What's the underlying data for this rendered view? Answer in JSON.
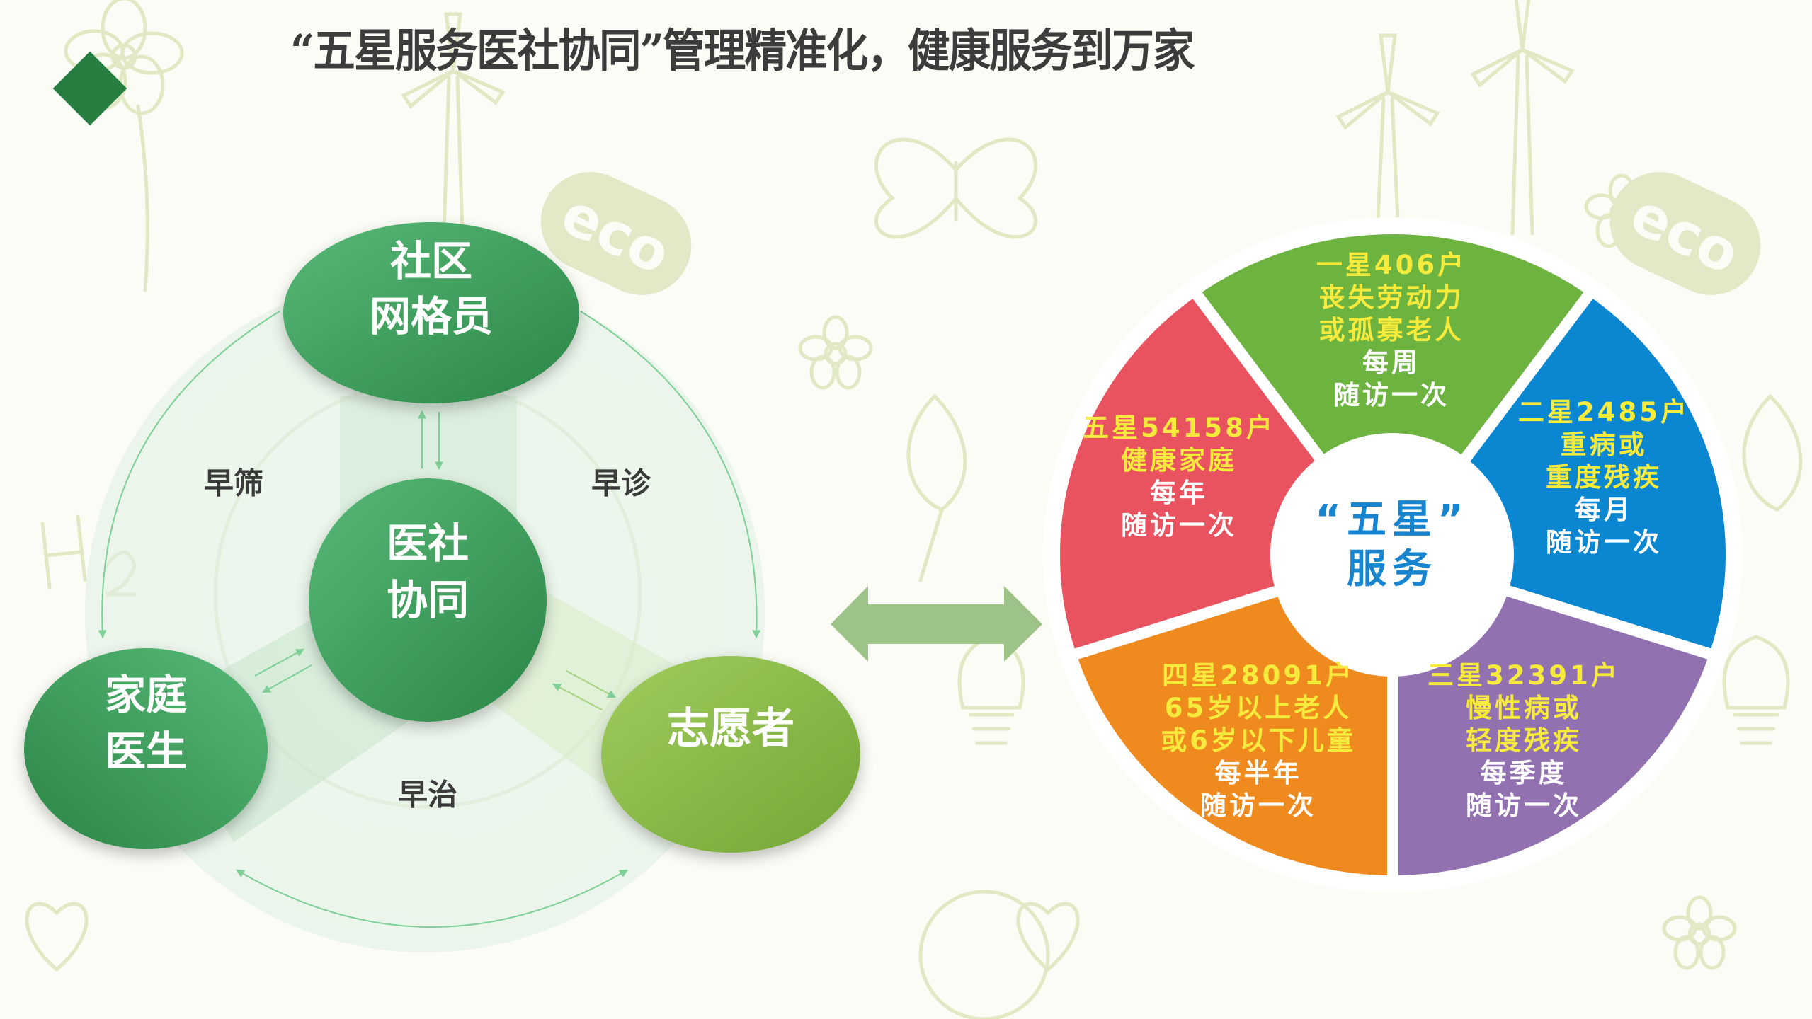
{
  "slide": {
    "title": "“五星服务医社协同”管理精准化，健康服务到万家",
    "bullet_icon": "diamond-bullet",
    "colors": {
      "title": "#3c3c3c",
      "bullet": "#267f40",
      "background": "#fbfcf6",
      "doodle": "#dfe6c0"
    }
  },
  "collaboration_diagram": {
    "center_node": {
      "lines": [
        "医社",
        "协同"
      ]
    },
    "nodes": [
      {
        "id": "community-grid-worker",
        "lines": [
          "社区",
          "网格员"
        ]
      },
      {
        "id": "family-doctor",
        "lines": [
          "家庭",
          "医生"
        ]
      },
      {
        "id": "volunteer",
        "lines": [
          "志愿者"
        ]
      }
    ],
    "flow_labels": {
      "left": "早筛",
      "right": "早诊",
      "bottom": "早治"
    },
    "colors": {
      "node_green_light": "#57b977",
      "node_green_dark": "#2c8647",
      "node_lime_light": "#a0cc5e",
      "node_lime_dark": "#74a536",
      "arrow": "#7fcf98"
    }
  },
  "connector": {
    "icon": "double-arrow-icon",
    "color": "#9dc389"
  },
  "five_star_wheel": {
    "hub": {
      "line1": "“五星”",
      "line2": "服务"
    },
    "segments": [
      {
        "star": "一星",
        "households": "406户",
        "title_line": "一星406户",
        "criteria": [
          "丧失劳动力",
          "或孤寡老人"
        ],
        "frequency": "每周",
        "action": "随访一次",
        "color": "#6cb33f"
      },
      {
        "star": "二星",
        "households": "2485户",
        "title_line": "二星2485户",
        "criteria": [
          "重病或",
          "重度残疾"
        ],
        "frequency": "每月",
        "action": "随访一次",
        "color": "#0b87d1"
      },
      {
        "star": "三星",
        "households": "32391户",
        "title_line": "三星32391户",
        "criteria": [
          "慢性病或",
          "轻度残疾"
        ],
        "frequency": "每季度",
        "action": "随访一次",
        "color": "#9271b1"
      },
      {
        "star": "四星",
        "households": "28091户",
        "title_line": "四星28091户",
        "criteria": [
          "65岁以上老人",
          "或6岁以下儿童"
        ],
        "frequency": "每半年",
        "action": "随访一次",
        "color": "#ef8a1e"
      },
      {
        "star": "五星",
        "households": "54158户",
        "title_line": "五星54158户",
        "criteria": [
          "健康家庭"
        ],
        "frequency": "每年",
        "action": "随访一次",
        "color": "#e8535f"
      }
    ],
    "colors": {
      "hub_text": "#1684cf",
      "highlight_text": "#f6ea3c",
      "plain_text": "#ffffff"
    }
  }
}
